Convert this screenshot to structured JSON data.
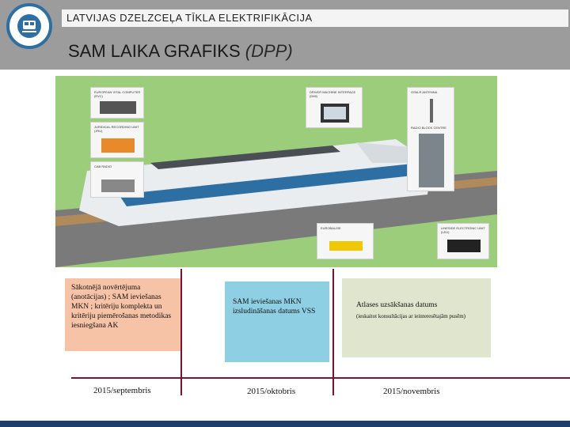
{
  "header": {
    "brand_title": "LATVIJAS DZELZCEĻA TĪKLA ELEKTRIFIKĀCIJA",
    "page_title": "SAM LAIKA GRAFIKS",
    "page_title_suffix": "(DPP)"
  },
  "colors": {
    "header_band": "#9c9c9c",
    "logo_blue": "#2e6fa3",
    "timeline": "#7a1230",
    "card1_bg": "#f7c3a6",
    "card2_bg": "#8fcfe3",
    "card3_bg": "#dfe6cd",
    "footer": "#1f3f6b",
    "grass": "#8cc16a"
  },
  "diagram": {
    "panels": [
      {
        "label": "European vital computer (EVC)",
        "icon": "computer-box-icon"
      },
      {
        "label": "Juridical recording unit (JRU)",
        "icon": "recorder-icon"
      },
      {
        "label": "Cab radio",
        "icon": "radio-icon"
      },
      {
        "label": "Driver machine interface (DMI)",
        "icon": "display-icon"
      },
      {
        "label": "GSM-R antenna",
        "icon": "antenna-icon"
      },
      {
        "label": "Radio block centre",
        "icon": "cabinet-icon"
      },
      {
        "label": "Eurobalise",
        "icon": "balise-icon"
      },
      {
        "label": "Lineside electronic unit (LEU)",
        "icon": "leu-icon"
      }
    ]
  },
  "timeline": {
    "events": [
      {
        "text": "Sākotnējā novērtējuma (anotācijas) ; SAM ieviešanas MKN ; kritēriju komplekta un kritēriju piemērošanas metodikas iesniegšana AK",
        "date": "2015/septembris"
      },
      {
        "text": "SAM ieviešanas MKN izsludināšanas datums VSS",
        "date": "2015/oktobris"
      },
      {
        "text": "Atlases uzsākšanas datums",
        "note": "(ieskaitot konsultācijas ar ieinteresētajām pusēm)",
        "date": "2015/novembris"
      }
    ]
  }
}
